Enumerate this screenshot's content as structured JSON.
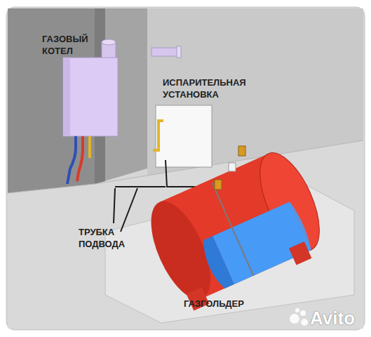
{
  "diagram": {
    "labels": [
      "ГАЗОВЫЙ КОТЕЛ",
      "ИСПАРИТЕЛЬНАЯ УСТАНОВКА",
      "ТРУБКА ПОДВОДА",
      "ГАЗГОЛЬДЕР",
      "Avito"
    ]
  }
}
